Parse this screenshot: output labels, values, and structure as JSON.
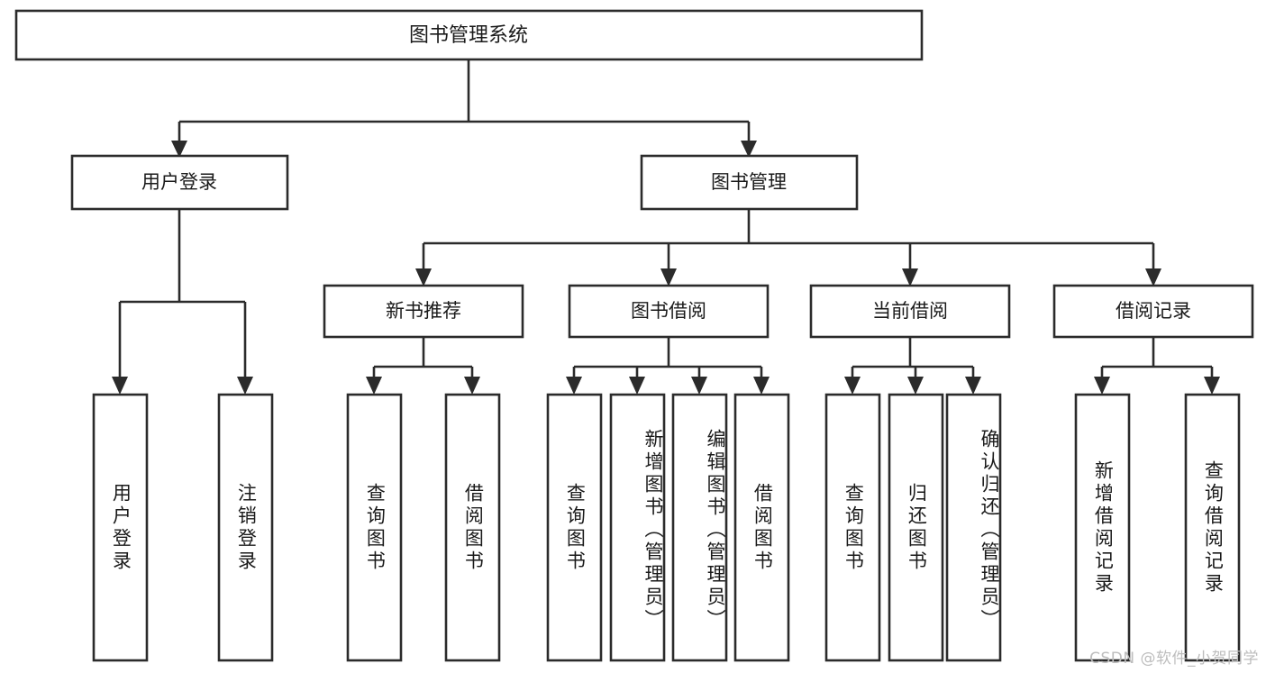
{
  "diagram": {
    "type": "tree-hierarchy",
    "title": "图书管理系统",
    "root": {
      "label": "图书管理系统"
    },
    "level1": [
      {
        "id": "user-login",
        "label": "用户登录"
      },
      {
        "id": "book-manage",
        "label": "图书管理"
      }
    ],
    "level2": [
      {
        "id": "new-book-recommend",
        "label": "新书推荐",
        "parent": "book-manage"
      },
      {
        "id": "book-borrow",
        "label": "图书借阅",
        "parent": "book-manage"
      },
      {
        "id": "current-borrow",
        "label": "当前借阅",
        "parent": "book-manage"
      },
      {
        "id": "borrow-record",
        "label": "借阅记录",
        "parent": "book-manage"
      }
    ],
    "leaves": [
      {
        "id": "leaf-user-login",
        "label": "用户登录",
        "parent": "user-login"
      },
      {
        "id": "leaf-user-logout",
        "label": "注销登录",
        "parent": "user-login"
      },
      {
        "id": "leaf-query-book-1",
        "label": "查询图书",
        "parent": "new-book-recommend"
      },
      {
        "id": "leaf-borrow-book-1",
        "label": "借阅图书",
        "parent": "new-book-recommend"
      },
      {
        "id": "leaf-query-book-2",
        "label": "查询图书",
        "parent": "book-borrow"
      },
      {
        "id": "leaf-add-book",
        "label": "新增图书（管理员）",
        "parent": "book-borrow"
      },
      {
        "id": "leaf-edit-book",
        "label": "编辑图书（管理员）",
        "parent": "book-borrow"
      },
      {
        "id": "leaf-borrow-book-2",
        "label": "借阅图书",
        "parent": "book-borrow"
      },
      {
        "id": "leaf-query-book-3",
        "label": "查询图书",
        "parent": "current-borrow"
      },
      {
        "id": "leaf-return-book",
        "label": "归还图书",
        "parent": "current-borrow"
      },
      {
        "id": "leaf-confirm-return",
        "label": "确认归还（管理员）",
        "parent": "current-borrow"
      },
      {
        "id": "leaf-add-record",
        "label": "新增借阅记录",
        "parent": "borrow-record"
      },
      {
        "id": "leaf-query-record",
        "label": "查询借阅记录",
        "parent": "borrow-record"
      }
    ],
    "colors": {
      "stroke": "#2b2b2b",
      "fill": "#ffffff",
      "text": "#1a1a1a",
      "watermark": "#bdbdbd"
    }
  },
  "watermark": {
    "text": "CSDN @软件_小贺同学"
  }
}
